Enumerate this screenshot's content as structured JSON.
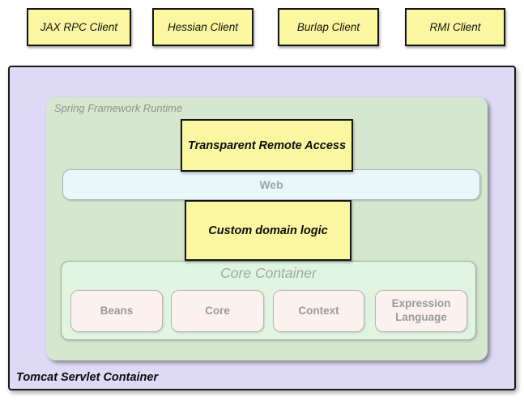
{
  "diagram": {
    "clients": [
      {
        "label": "JAX RPC Client"
      },
      {
        "label": "Hessian Client"
      },
      {
        "label": "Burlap Client"
      },
      {
        "label": "RMI Client"
      }
    ],
    "tomcat_label": "Tomcat Servlet Container",
    "runtime_label": "Spring Framework Runtime",
    "remote_access_label": "Transparent Remote Access",
    "web_label": "Web",
    "domain_logic_label": "Custom domain logic",
    "core_container": {
      "title": "Core Container",
      "modules": [
        {
          "label": "Beans"
        },
        {
          "label": "Core"
        },
        {
          "label": "Context"
        },
        {
          "label": "Expression Language"
        }
      ]
    },
    "colors": {
      "client_box_fill": "#faf7a0",
      "tomcat_fill": "#dedaf6",
      "runtime_fill": "#d5e7cf",
      "web_bar_fill": "#e8f7fa",
      "core_container_fill": "#dff5e2",
      "module_fill": "#fbf2ef",
      "module_border": "#c3b0ac",
      "gray_text": "#999999",
      "box_border": "#161616"
    }
  }
}
